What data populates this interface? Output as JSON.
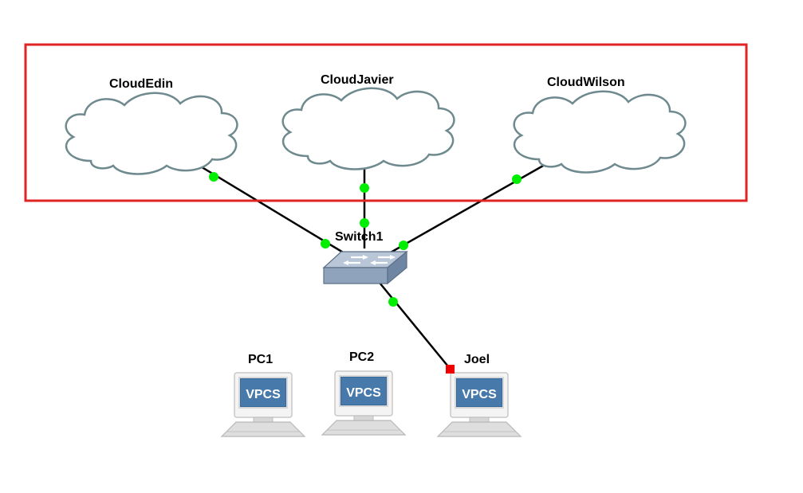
{
  "colors": {
    "selection_border": "#e02424",
    "link_line": "#000000",
    "port_up": "#00ee00",
    "port_down": "#ee0000",
    "cloud_stroke": "#6f8a8f",
    "switch_body": "#8fa3bd",
    "screen_blue": "#3a6a9c"
  },
  "clouds": [
    {
      "label": "CloudEdin",
      "icon": "cloud-icon"
    },
    {
      "label": "CloudJavier",
      "icon": "cloud-icon"
    },
    {
      "label": "CloudWilson",
      "icon": "cloud-icon"
    }
  ],
  "switch": {
    "label": "Switch1",
    "icon": "ethernet-switch-icon"
  },
  "pcs": [
    {
      "label": "PC1",
      "screen_text": "VPCS",
      "icon": "vpcs-computer-icon"
    },
    {
      "label": "PC2",
      "screen_text": "VPCS",
      "icon": "vpcs-computer-icon"
    },
    {
      "label": "Joel",
      "screen_text": "VPCS",
      "icon": "vpcs-computer-icon"
    }
  ],
  "links": [
    {
      "from": "CloudEdin",
      "to": "Switch1",
      "status_from": "up",
      "status_to": "up"
    },
    {
      "from": "CloudJavier",
      "to": "Switch1",
      "status_from": "up",
      "status_to": "up"
    },
    {
      "from": "CloudWilson",
      "to": "Switch1",
      "status_from": "up",
      "status_to": "up"
    },
    {
      "from": "Switch1",
      "to": "Joel",
      "status_from": "up",
      "status_to": "down"
    }
  ]
}
